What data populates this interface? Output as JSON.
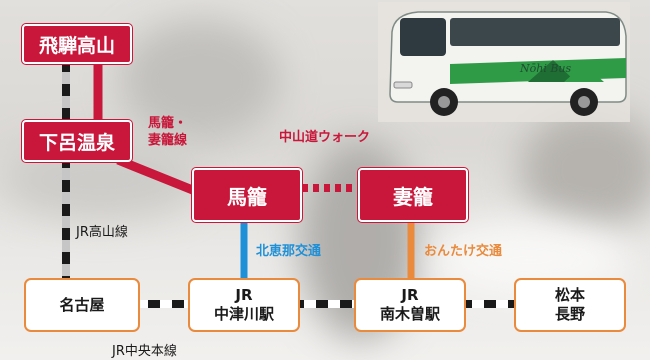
{
  "places": {
    "hida_takayama": "飛騨高山",
    "gero_onsen": "下呂温泉",
    "magome": "馬籠",
    "tsumago": "妻籠",
    "nagoya": "名古屋",
    "nakatsugawa": [
      "JR",
      "中津川駅"
    ],
    "nagiso": [
      "JR",
      "南木曽駅"
    ],
    "matsumoto_nagano": [
      "松本",
      "長野"
    ]
  },
  "routes": {
    "magome_tsumago_line": [
      "馬籠・",
      "妻籠線"
    ],
    "nakasendo_walk": "中山道ウォーク",
    "jr_takayama_line": "JR高山線",
    "kita_ena_kotsu": "北恵那交通",
    "ontake_kotsu": "おんたけ交通",
    "jr_chuo_line": "JR中央本線"
  },
  "bus": {
    "livery_text": "Nōhi Bus"
  },
  "colors": {
    "red": "#c8173a",
    "blue": "#1e90d8",
    "orange": "#e98a3c",
    "rail_black": "#1a1a1a",
    "white": "#ffffff"
  }
}
